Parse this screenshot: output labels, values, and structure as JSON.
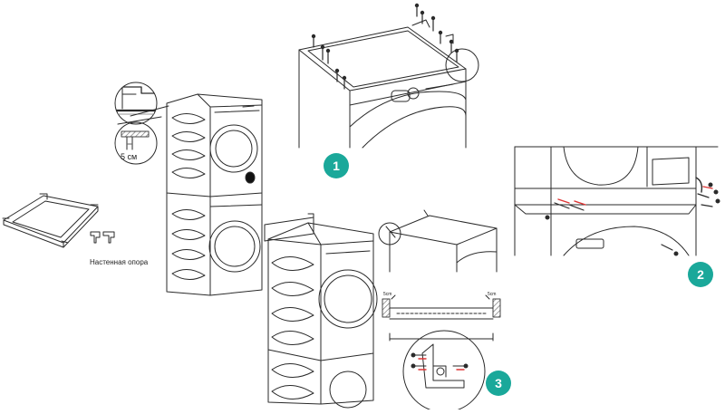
{
  "labels": {
    "wall_support": "Настенная опора",
    "gap_left": "5 см",
    "dim_left": "5cm",
    "dim_right": "5cm"
  },
  "steps": [
    {
      "number": "1"
    },
    {
      "number": "2"
    },
    {
      "number": "3"
    }
  ],
  "colors": {
    "badge": "#1aa89a",
    "line": "#2a2a2a",
    "accent_red": "#d33",
    "hatch": "#666666"
  }
}
